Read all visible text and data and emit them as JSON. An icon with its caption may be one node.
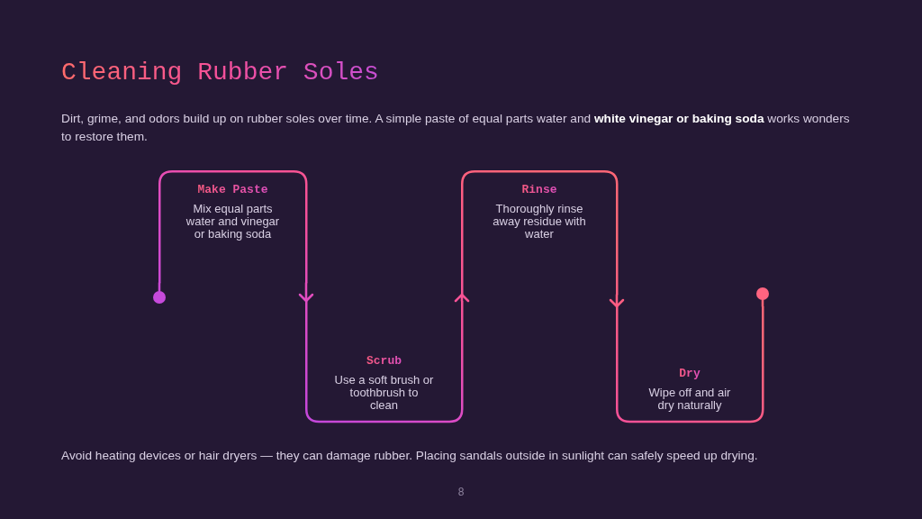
{
  "diagram": {
    "title": "Cleaning Rubber Soles",
    "nodes": [
      {
        "text": [],
        "shape": "circle"
      },
      {
        "text": [
          "Make Paste",
          "Mix equal parts water and vinegar or baking soda"
        ]
      },
      {
        "text": [
          "Scrub",
          "Use a soft brush or toothbrush to clean"
        ]
      },
      {
        "text": [
          "Rinse",
          "Thoroughly rinse away residue with water"
        ]
      },
      {
        "text": [
          "Dry",
          "Wipe off and air dry naturally"
        ]
      },
      {
        "text": [],
        "shape": "circle"
      }
    ],
    "edges": [
      {
        "from": 0,
        "to": 1,
        "arrow": "none"
      },
      {
        "from": 1,
        "to": 2,
        "arrow": "to"
      },
      {
        "from": 2,
        "to": 3,
        "arrow": "to"
      },
      {
        "from": 3,
        "to": 4,
        "arrow": "to"
      },
      {
        "from": 4,
        "to": 5,
        "arrow": "none"
      }
    ],
    "labels": [
      "Dirt, grime, and odors build up on rubber soles over time. A simple paste of equal parts water and **white vinegar or baking soda** works wonders to restore them.",
      "Avoid heating devices or hair dryers — they can damage rubber. Placing sandals outside in sunlight can safely speed up drying.",
      "8"
    ]
  }
}
